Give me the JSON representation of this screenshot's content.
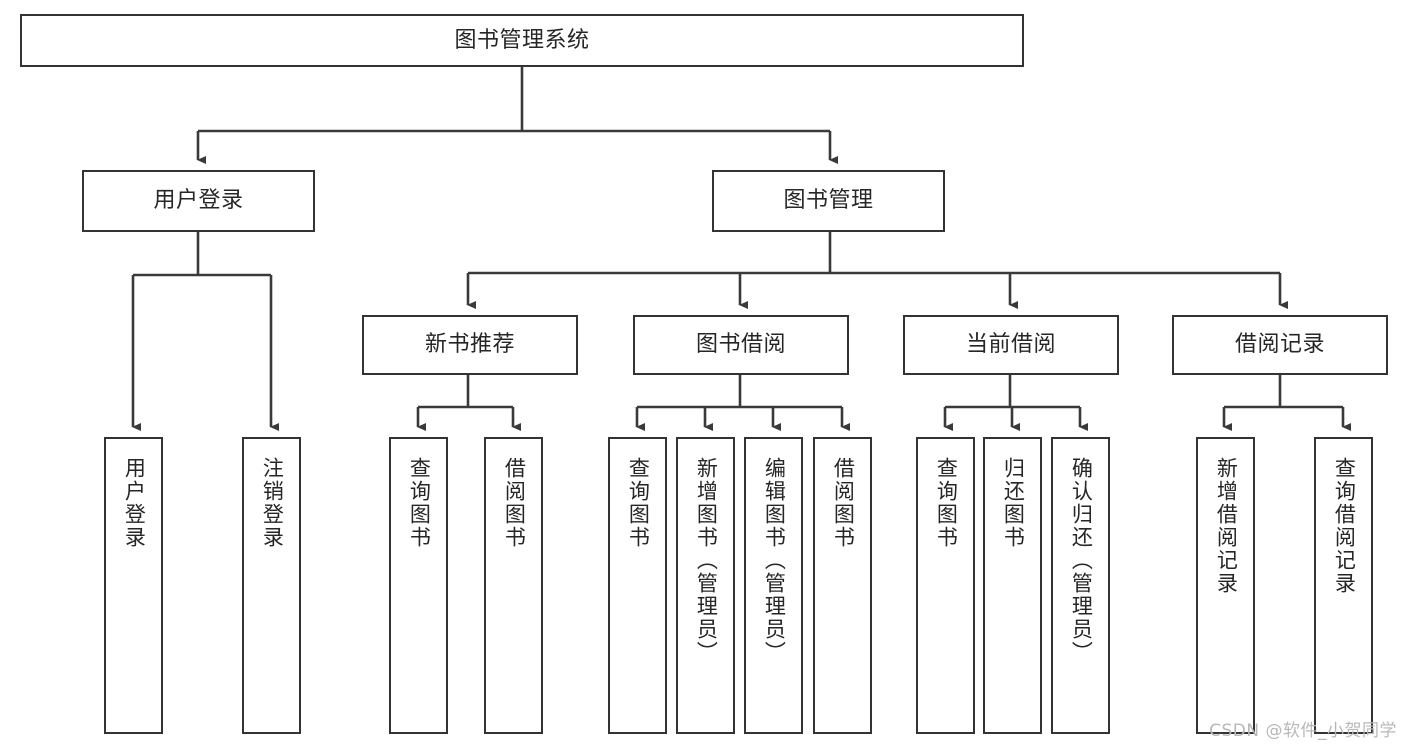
{
  "diagram": {
    "title": "图书管理系统",
    "type": "tree-hierarchy",
    "watermark": "CSDN @软件_小贺同学",
    "colors": {
      "background": "#ffffff",
      "box_border": "#333333",
      "box_fill": "#ffffff",
      "connector": "#3a3a3a",
      "text": "#262626",
      "watermark": "#b8b8b8"
    },
    "root": {
      "label": "图书管理系统"
    },
    "tier2": [
      {
        "label": "用户登录"
      },
      {
        "label": "图书管理"
      }
    ],
    "tier3": [
      {
        "label": "新书推荐"
      },
      {
        "label": "图书借阅"
      },
      {
        "label": "当前借阅"
      },
      {
        "label": "借阅记录"
      }
    ],
    "leaves": {
      "user_login": [
        {
          "label": "用户登录"
        },
        {
          "label": "注销登录"
        }
      ],
      "new_book_recommend": [
        {
          "label": "查询图书"
        },
        {
          "label": "借阅图书"
        }
      ],
      "book_borrow": [
        {
          "label": "查询图书"
        },
        {
          "label": "新增图书（管理员）"
        },
        {
          "label": "编辑图书（管理员）"
        },
        {
          "label": "借阅图书"
        }
      ],
      "current_borrow": [
        {
          "label": "查询图书"
        },
        {
          "label": "归还图书"
        },
        {
          "label": "确认归还（管理员）"
        }
      ],
      "borrow_record": [
        {
          "label": "新增借阅记录"
        },
        {
          "label": "查询借阅记录"
        }
      ]
    }
  }
}
